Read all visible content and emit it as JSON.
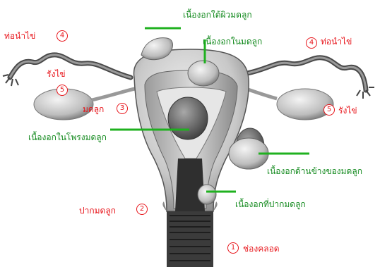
{
  "labels": {
    "fundal_subserosal": "เนื้องอกใต้ผิวมดลูก",
    "intramural": "เนื้องอกในมดลูก",
    "submucosal": "เนื้องอกในโพรงมดลูก",
    "lateral": "เนื้องอกด้านข้างของมดลูก",
    "cervical_fibroid": "เนื้องอกที่ปากมดลูก",
    "tube_left": "ท่อนำไข่",
    "tube_right": "ท่อนำไข่",
    "ovary_left": "รังไข่",
    "ovary_right": "รังไข่",
    "uterus": "มดลูก",
    "cervix": "ปากมดลูก",
    "vagina": "ช่องคลอด"
  },
  "numbers": {
    "tube_left": "4",
    "tube_right": "4",
    "ovary_left": "5",
    "ovary_right": "5",
    "uterus": "3",
    "cervix": "2",
    "vagina": "1"
  },
  "colors": {
    "part_label": "#e8151b",
    "tumor_label": "#138a1e",
    "pointer_line": "#1fb11f",
    "tissue": "#c9c9c9",
    "tissue_dark": "#555555"
  }
}
